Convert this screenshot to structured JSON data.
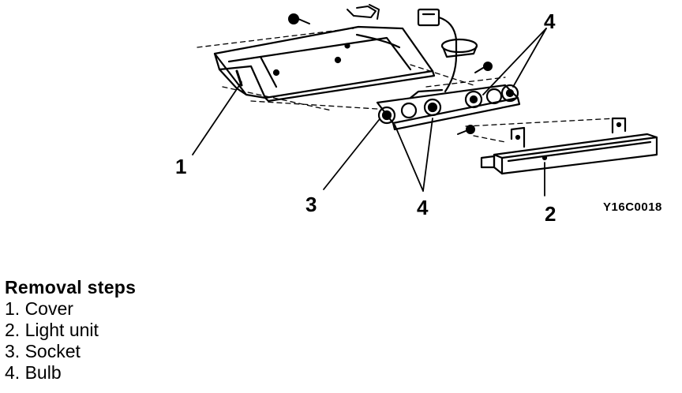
{
  "diagram": {
    "callouts": [
      "1",
      "2",
      "3",
      "4",
      "4"
    ],
    "figure_id": "Y16C0018"
  },
  "removal": {
    "heading": "Removal steps",
    "steps": [
      "1. Cover",
      "2. Light unit",
      "3. Socket",
      "4. Bulb"
    ]
  }
}
